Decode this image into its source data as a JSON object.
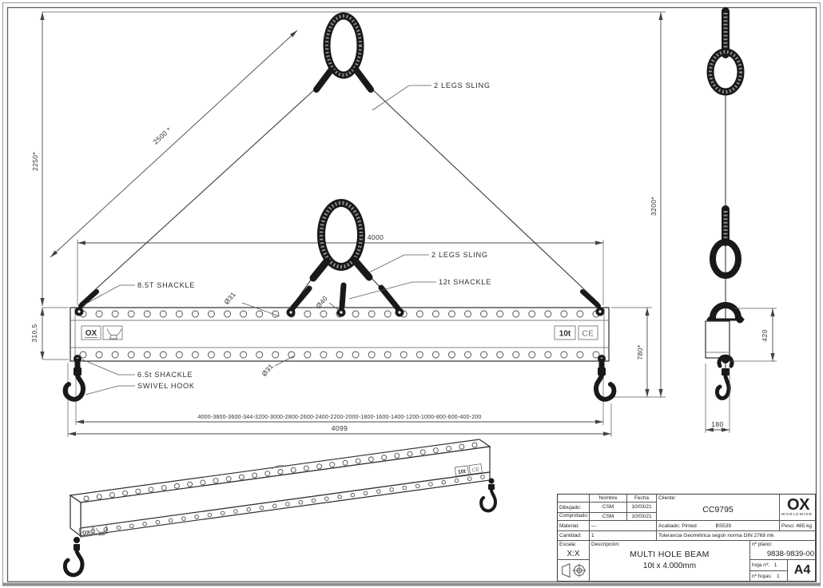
{
  "drawing": {
    "callouts": {
      "sling_top": "2 LEGS SLING",
      "sling_mid": "2 LEGS SLING",
      "shackle_85t": "8.5T SHACKLE",
      "shackle_12t": "12t SHACKLE",
      "shackle_65t": "6.5t SHACKLE",
      "swivel_hook": "SWIVEL HOOK"
    },
    "dims": {
      "sling_leg": "2500 *",
      "height_left": "2250*",
      "total_height": "3200*",
      "hook_spacing": "4000",
      "hook_drop": "780*",
      "beam_depth": "310,5",
      "hole_positions": "4000-3800-3600-344-3200-3000-2800-2600-2400-2200-2000-1800-1600-1400-1200-1000-800-600-400-200",
      "overall_length": "4099",
      "side_height": "420",
      "side_width": "180",
      "hole_dia_top": "Ø31",
      "hole_dia_bottom": "Ø31",
      "pin_dia": "Ø40"
    },
    "markings": {
      "brand": "OX",
      "capacity": "10t",
      "ce": "CE"
    }
  },
  "title_block": {
    "headers": {
      "nombre": "Nombre",
      "fecha": "Fecha"
    },
    "cliente": {
      "label": "Cliente:",
      "value": "CC9795"
    },
    "dibujado": {
      "label": "Dibujado:",
      "nombre": "CSM",
      "fecha": "10/03/21"
    },
    "comprobado": {
      "label": "Comprobado:",
      "nombre": "CSM",
      "fecha": "10/03/21"
    },
    "material": {
      "label": "Material:",
      "value": "---"
    },
    "acabado": {
      "label": "Acabado: Pinted",
      "value": "BS539"
    },
    "peso": "Peso: 485 kg",
    "cantidad": {
      "label": "Cantidad:",
      "value": "1"
    },
    "tolerancia": "Tolerancia Geométrica según norma DIN 2768 mk",
    "escala": {
      "label": "Escala:",
      "value": "X:X"
    },
    "descripcion": {
      "label": "Descripción:",
      "line1": "MULTI HOLE BEAM",
      "line2": "10t x 4.000mm"
    },
    "plano": {
      "label": "nº plano:",
      "value": "9838-9839-00"
    },
    "hoja": {
      "label": "hoja nº:",
      "value": "1"
    },
    "hojas": {
      "label": "nº hojas:",
      "value": "1"
    },
    "formato": "A4",
    "logo": {
      "text": "OX",
      "sub": "WORLDWIDE"
    }
  }
}
